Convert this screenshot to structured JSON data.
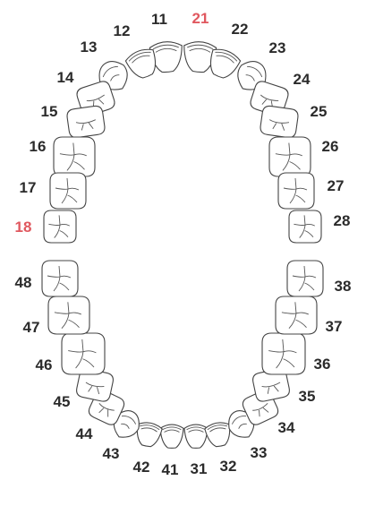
{
  "selection_color": "#e0585f",
  "label_color": "#2b2b2b",
  "selected": [
    "21",
    "18"
  ],
  "teeth": [
    {
      "id": "11",
      "type": "incisor"
    },
    {
      "id": "12",
      "type": "incisor"
    },
    {
      "id": "13",
      "type": "canine"
    },
    {
      "id": "14",
      "type": "premolar"
    },
    {
      "id": "15",
      "type": "premolar"
    },
    {
      "id": "16",
      "type": "molar"
    },
    {
      "id": "17",
      "type": "molar"
    },
    {
      "id": "18",
      "type": "molar"
    },
    {
      "id": "21",
      "type": "incisor"
    },
    {
      "id": "22",
      "type": "incisor"
    },
    {
      "id": "23",
      "type": "canine"
    },
    {
      "id": "24",
      "type": "premolar"
    },
    {
      "id": "25",
      "type": "premolar"
    },
    {
      "id": "26",
      "type": "molar"
    },
    {
      "id": "27",
      "type": "molar"
    },
    {
      "id": "28",
      "type": "molar"
    },
    {
      "id": "31",
      "type": "incisor"
    },
    {
      "id": "32",
      "type": "incisor"
    },
    {
      "id": "33",
      "type": "canine"
    },
    {
      "id": "34",
      "type": "premolar"
    },
    {
      "id": "35",
      "type": "premolar"
    },
    {
      "id": "36",
      "type": "molar"
    },
    {
      "id": "37",
      "type": "molar"
    },
    {
      "id": "38",
      "type": "molar"
    },
    {
      "id": "41",
      "type": "incisor"
    },
    {
      "id": "42",
      "type": "incisor"
    },
    {
      "id": "43",
      "type": "canine"
    },
    {
      "id": "44",
      "type": "premolar"
    },
    {
      "id": "45",
      "type": "premolar"
    },
    {
      "id": "46",
      "type": "molar"
    },
    {
      "id": "47",
      "type": "molar"
    },
    {
      "id": "48",
      "type": "molar"
    }
  ]
}
